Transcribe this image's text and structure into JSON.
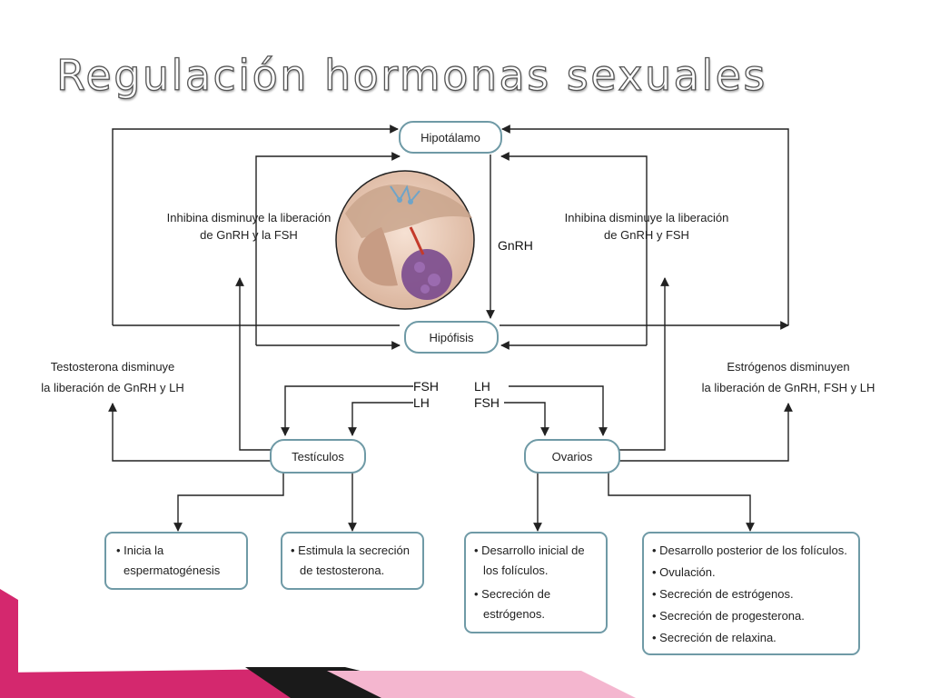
{
  "slide": {
    "title": "Regulación hormonas sexuales"
  },
  "diagram": {
    "nodes": {
      "hypothalamus": "Hipotálamo",
      "pituitary": "Hipófisis",
      "testes": "Testículos",
      "ovaries": "Ovarios"
    },
    "gnrh_label": "GnRH",
    "left_inhibin": [
      "Inhibina disminuye la liberación",
      "de GnRH y la FSH"
    ],
    "right_inhibin": [
      "Inhibina disminuye la liberación",
      "de GnRH y FSH"
    ],
    "testosterone_feedback": [
      "Testosterona disminuye",
      "la liberación de GnRH y LH"
    ],
    "estrogen_feedback": [
      "Estrógenos disminuyen",
      "la liberación de GnRH, FSH y LH"
    ],
    "to_testes": [
      "FSH",
      "LH"
    ],
    "to_ovaries": [
      "LH",
      "FSH"
    ],
    "effects": {
      "spermatogenesis": [
        "• Inicia la",
        "espermatogénesis"
      ],
      "testosterone": [
        "• Estimula la secreción",
        "de testosterona."
      ],
      "follicles_initial": [
        "• Desarrollo inicial de",
        "los folículos.",
        "• Secreción de",
        "estrógenos."
      ],
      "follicles_later": [
        "• Desarrollo posterior de los folículos.",
        "• Ovulación.",
        "• Secreción de estrógenos.",
        "• Secreción de progesterona.",
        "• Secreción de relaxina."
      ]
    }
  },
  "colors": {
    "node_border": "#6f9aa6",
    "accent_pink": "#d4286e",
    "accent_light_pink": "#f4b6cf"
  }
}
